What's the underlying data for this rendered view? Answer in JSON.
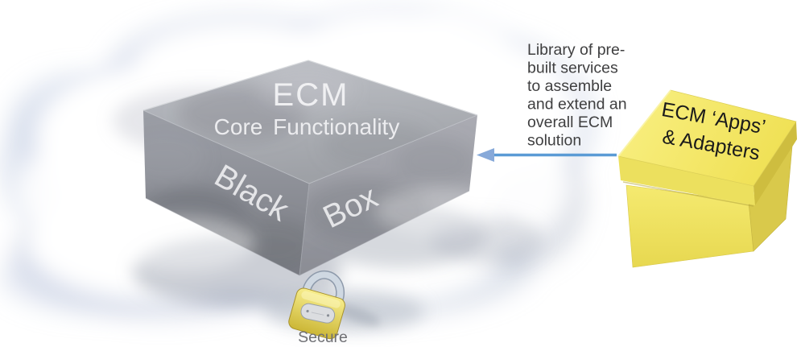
{
  "black_box": {
    "title": "ECM",
    "subtitle": "Core Functionality",
    "left_face_label": "Black",
    "right_face_label": "Box"
  },
  "lock": {
    "caption": "Secure"
  },
  "annotation": {
    "lines": [
      "Library of pre-",
      "built services",
      "to assemble",
      "and extend an",
      "overall ECM",
      "solution"
    ]
  },
  "apps_box": {
    "line1": "ECM ‘Apps’",
    "line2": "& Adapters"
  },
  "colors": {
    "arrow": "#5B9BD5",
    "arrow_head": "#87A9D9",
    "annotation_text": "#3F3F40",
    "box_label": "#F4F4F6",
    "secure_text": "#6F7074",
    "lid_text": "#1B1B1B",
    "yellow_box": "#F2E563"
  }
}
